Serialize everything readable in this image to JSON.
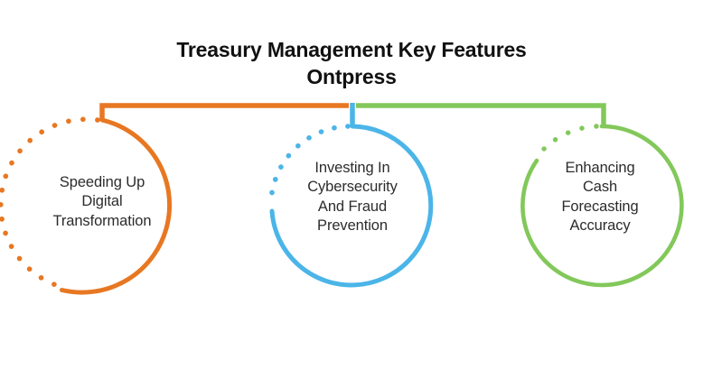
{
  "title": {
    "line1": "Treasury Management Key Features",
    "line2": "Ontpress"
  },
  "colors": {
    "orange": "#E87722",
    "blue": "#4BB5E8",
    "green": "#82C85A",
    "text": "#2c2c2c",
    "title": "#111111",
    "background": "#ffffff"
  },
  "nodes": [
    {
      "id": "speeding-up-digital-transformation",
      "color": "#E87722",
      "lines": [
        "Speeding Up",
        "Digital",
        "Transformation"
      ]
    },
    {
      "id": "investing-in-cybersecurity-and-fraud-prevention",
      "color": "#4BB5E8",
      "lines": [
        "Investing In",
        "Cybersecurity",
        "And Fraud",
        "Prevention"
      ]
    },
    {
      "id": "enhancing-cash-forecasting-accuracy",
      "color": "#82C85A",
      "lines": [
        "Enhancing",
        "Cash",
        "Forecasting",
        "Accuracy"
      ]
    }
  ]
}
